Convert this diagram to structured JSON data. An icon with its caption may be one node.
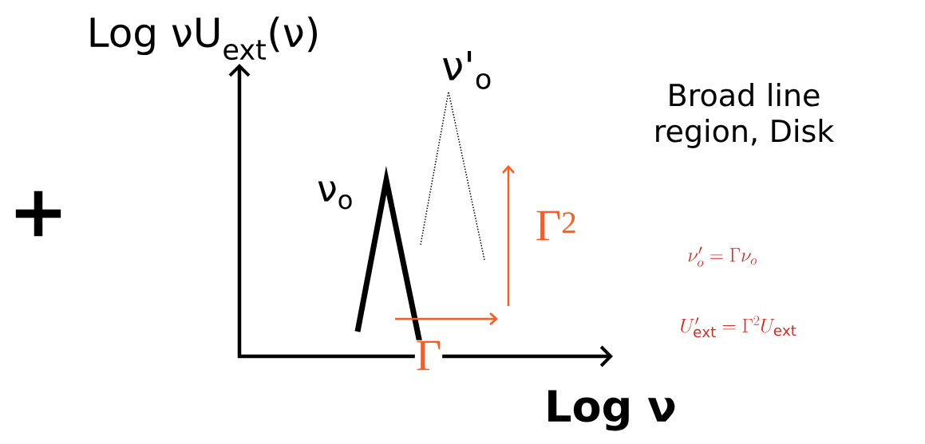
{
  "diagram": {
    "labels": [
      "+",
      "Log νU$_{ext}$(ν)",
      "ν'$_{o}$",
      "Broad line region, Disk",
      "ν$_{o}$",
      "Γ$^{2}$",
      "Γ",
      "Log ν",
      "\\nu'_o = \\Gamma\\nu_o",
      "U'_{\\rm ext} = \\Gamma^2 U_{\\rm ext}"
    ]
  }
}
